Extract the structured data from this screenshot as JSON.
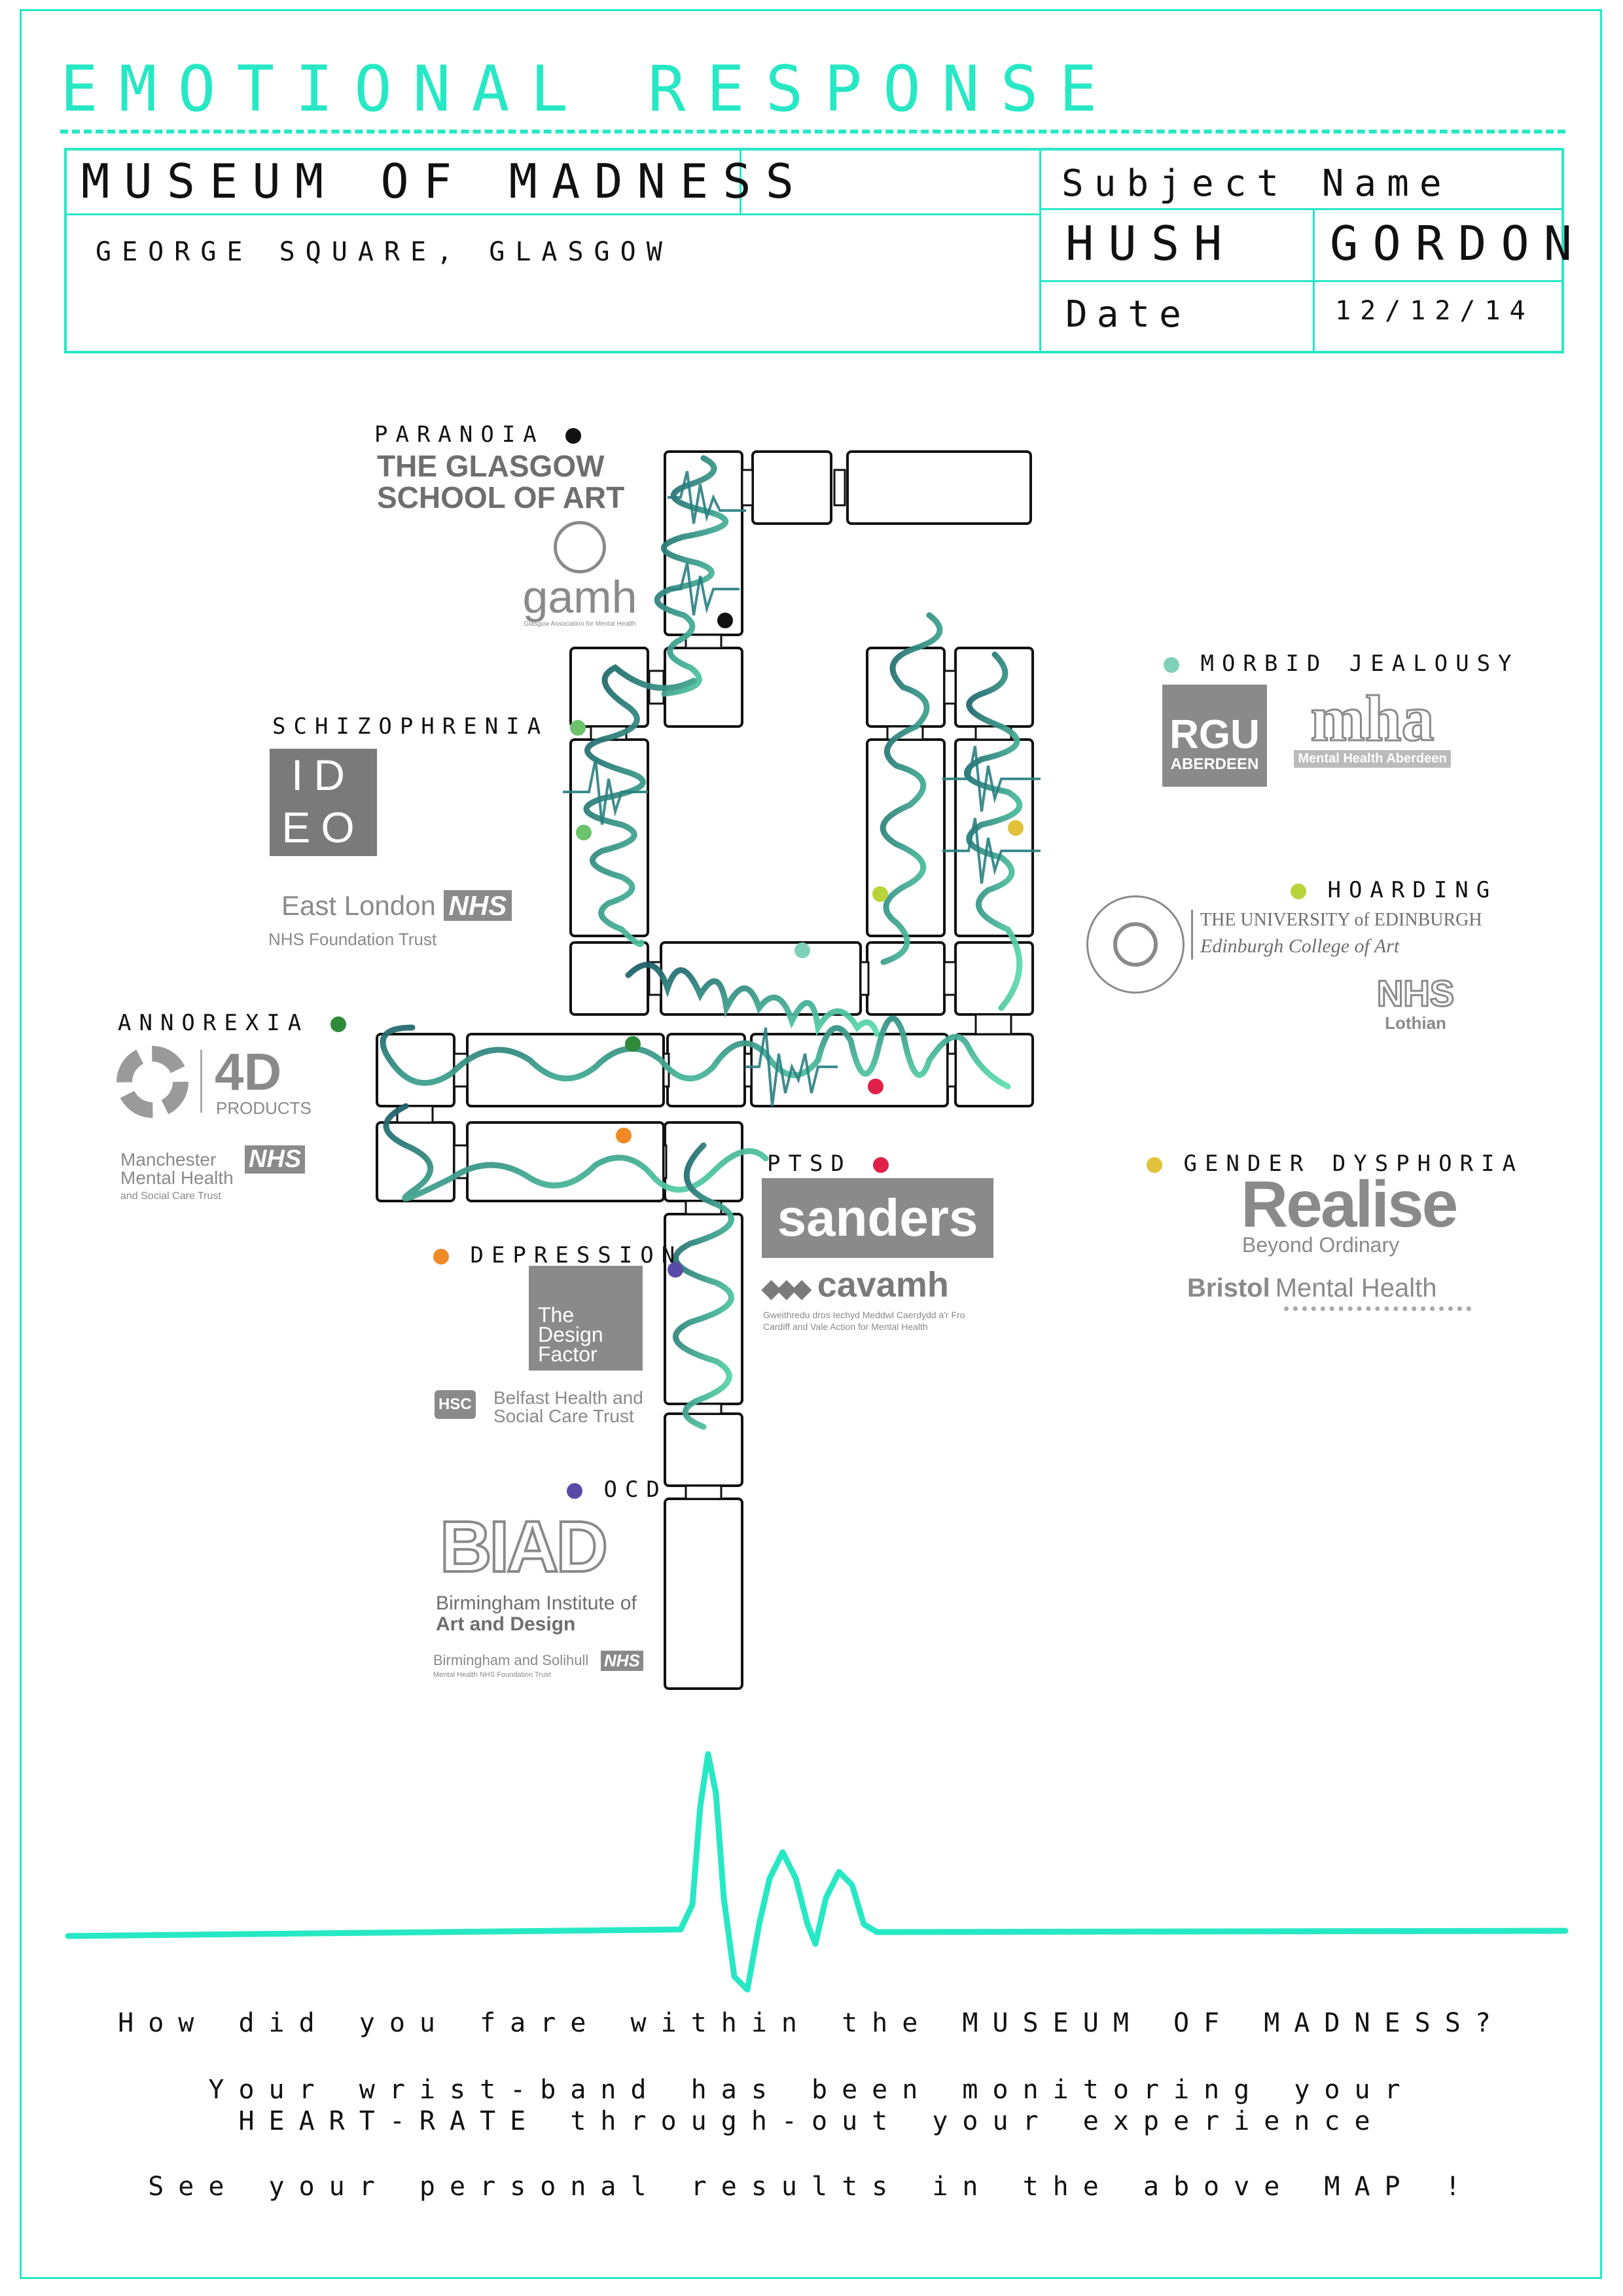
{
  "header": {
    "title": "EMOTIONAL RESPONSE",
    "venue": "MUSEUM OF MADNESS",
    "address": "GEORGE SQUARE, GLASGOW",
    "subject_label": "Subject Name",
    "first_name": "HUSH",
    "last_name": "GORDON",
    "date_label": "Date",
    "date_value": "12/12/14"
  },
  "conditions": [
    {
      "label": "PARANOIA",
      "color": "#111111"
    },
    {
      "label": "SCHIZOPHRENIA",
      "color": "#6cc36c"
    },
    {
      "label": "ANNOREXIA",
      "color": "#2e8b3a"
    },
    {
      "label": "DEPRESSION",
      "color": "#f08a24"
    },
    {
      "label": "OCD",
      "color": "#5a4aa8"
    },
    {
      "label": "PTSD",
      "color": "#e0204a"
    },
    {
      "label": "MORBID JEALOUSY",
      "color": "#7fd1b9"
    },
    {
      "label": "HOARDING",
      "color": "#b8d43a"
    },
    {
      "label": "GENDER DYSPHORIA",
      "color": "#e2c23a"
    }
  ],
  "logos": {
    "gsa_1": "THE GLASGOW",
    "gsa_2": "SCHOOL OF ART",
    "gamh": "gamh",
    "gamh_sub": "Glasgow Association for Mental Health",
    "ideo_1": "ID",
    "ideo_2": "EO",
    "elondon": "East London",
    "nhs": "NHS",
    "elondon_sub": "NHS Foundation Trust",
    "fourd": "4D",
    "fourd_sub": "PRODUCTS",
    "manchester_1": "Manchester",
    "manchester_2": "Mental Health",
    "manchester_3": "and Social Care Trust",
    "design_factor_1": "The",
    "design_factor_2": "Design",
    "design_factor_3": "Factor",
    "hsc": "HSC",
    "belfast_1": "Belfast Health and",
    "belfast_2": "Social Care Trust",
    "biad": "BIAD",
    "biad_1": "Birmingham Institute of",
    "biad_2": "Art and Design",
    "bsol_1": "Birmingham and Solihull",
    "bsol_2": "Mental Health NHS Foundation Trust",
    "rgu_1": "RGU",
    "rgu_2": "ABERDEEN",
    "mha": "mha",
    "mha_sub": "Mental Health Aberdeen",
    "edin_1": "THE UNIVERSITY of EDINBURGH",
    "edin_2": "Edinburgh College of Art",
    "nhs_lothian_1": "NHS",
    "nhs_lothian_2": "Lothian",
    "sanders": "sanders",
    "cavamh": "cavamh",
    "cavamh_sub_1": "Gweithredu dros Iechyd Meddwl Caerdydd a'r Fro",
    "cavamh_sub_2": "Cardiff and Vale Action for Mental Health",
    "realise": "Realise",
    "realise_sub": "Beyond Ordinary",
    "bristol_1": "Bristol",
    "bristol_2": "Mental Health"
  },
  "footer": {
    "line1": "How did you fare within the MUSEUM OF MADNESS?",
    "line2": "Your wrist-band has been monitoring your",
    "line3": "HEART-RATE through-out your experience",
    "line4": "See your personal results in the above MAP !"
  },
  "colors": {
    "accent": "#27e8c5",
    "wave_dark": "#1f5f6a",
    "wave_light": "#5fe0b0",
    "logo_grey": "#8a8a8a"
  }
}
